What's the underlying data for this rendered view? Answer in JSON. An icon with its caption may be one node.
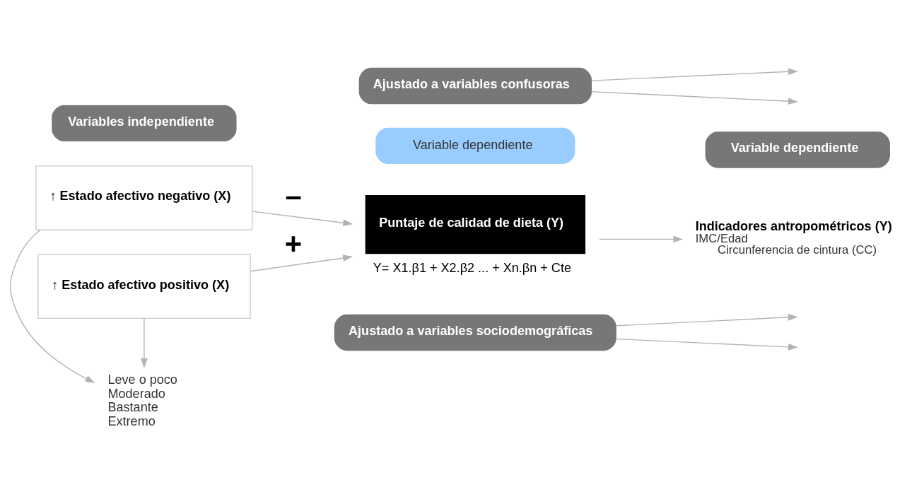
{
  "diagram": {
    "nodes": [
      {
        "text": [
          "Variables independiente"
        ]
      },
      {
        "text": [
          "Ajustado a variables confusoras"
        ]
      },
      {
        "text": [
          "Variable dependiente"
        ]
      },
      {
        "text": [
          "↑ Estado afectivo positivo (X)"
        ]
      },
      {
        "text": [
          "Leve o poco",
          "Moderado",
          "Bastante",
          "Extremo"
        ]
      },
      {
        "text": [
          "↑ Estado afectivo negativo (X)"
        ]
      },
      {
        "text": [
          "Variable dependiente"
        ]
      },
      {
        "text": [
          "Puntaje de calidad de dieta (Y)"
        ],
        "beside": [
          "Y= X1.β1 + X2.β2 ... + Xn.βn + Cte"
        ]
      },
      {
        "text": [
          "Indicadores antropométricos (Y)",
          "IMC/Edad",
          "Circunferencia de cintura (CC)"
        ]
      },
      {
        "text": [
          "Ajustado a variables sociodemográficas"
        ]
      }
    ],
    "edges": [
      {
        "from": 3,
        "to": 4,
        "arrow": "to"
      },
      {
        "from": 5,
        "to": 4,
        "arrow": "to"
      },
      {
        "from": 3,
        "to": 7,
        "arrow": "to",
        "label": "+"
      },
      {
        "from": 5,
        "to": 7,
        "arrow": "to",
        "label": "–"
      },
      {
        "from": 1,
        "to": null,
        "arrow": "to"
      },
      {
        "from": 1,
        "to": null,
        "arrow": "to"
      },
      {
        "from": 9,
        "to": null,
        "arrow": "to"
      },
      {
        "from": 9,
        "to": null,
        "arrow": "to"
      },
      {
        "from": 7,
        "to": 8,
        "arrow": "to"
      }
    ]
  }
}
